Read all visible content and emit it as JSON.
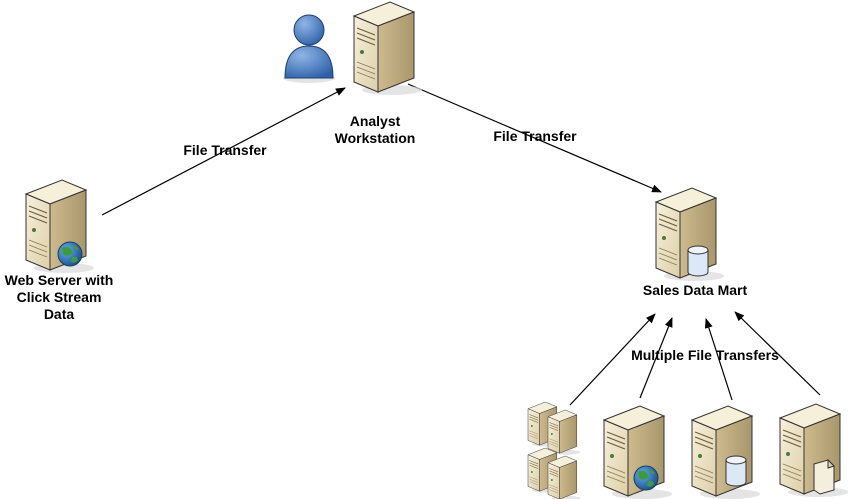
{
  "nodes": {
    "analyst": {
      "label_line1": "Analyst",
      "label_line2": "Workstation",
      "icon": "user-with-server-icon"
    },
    "web_server": {
      "label_line1": "Web Server with",
      "label_line2": "Click Stream",
      "label_line3": "Data",
      "icon": "web-server-icon"
    },
    "sales_mart": {
      "label": "Sales Data Mart",
      "icon": "database-server-icon"
    },
    "sources": [
      {
        "icon": "server-cluster-icon"
      },
      {
        "icon": "web-server-icon"
      },
      {
        "icon": "database-server-icon"
      },
      {
        "icon": "file-server-icon"
      }
    ]
  },
  "edges": {
    "web_to_analyst": "File Transfer",
    "analyst_to_mart": "File Transfer",
    "sources_to_mart": "Multiple File Transfers"
  },
  "colors": {
    "server_front": "#eee3c2",
    "server_side": "#c9b78a",
    "server_top": "#f6efd9",
    "outline": "#333333",
    "user": "#3d74c0",
    "globe": "#2f7a3a",
    "database": "#dce8f6"
  }
}
